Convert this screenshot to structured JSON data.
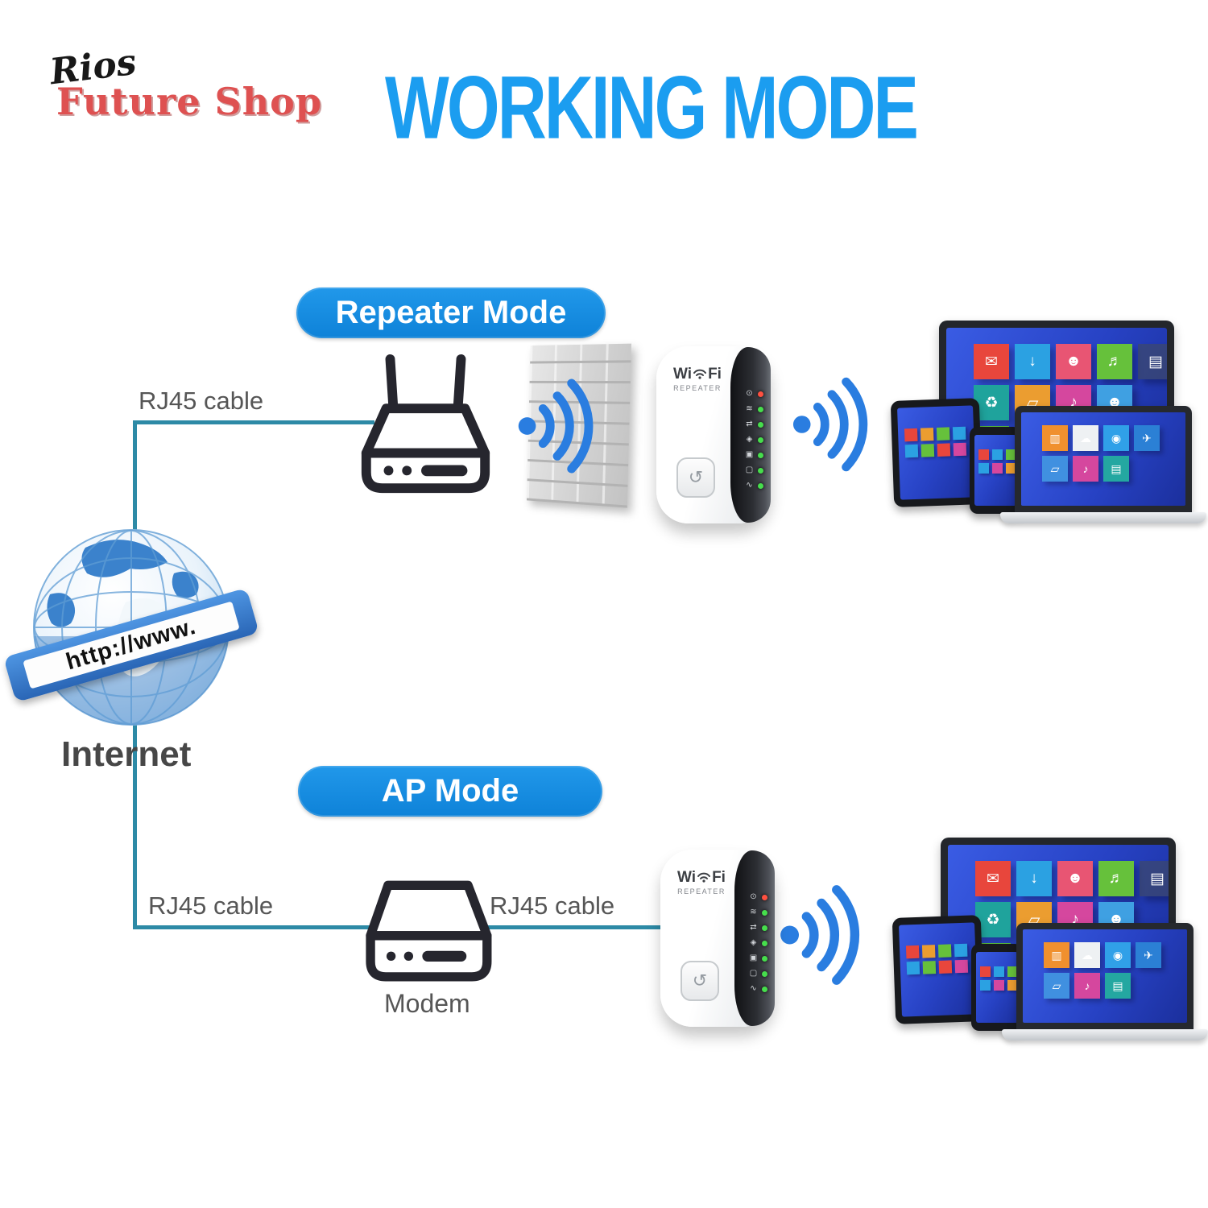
{
  "brand": {
    "script": "Rios",
    "name": "Future Shop"
  },
  "title": "WORKING MODE",
  "colors": {
    "title_blue": "#1b9df0",
    "pill_blue": "#0e82d8",
    "wifi_blue": "#2a7de0",
    "cable_teal": "#2d8aa6",
    "label_gray": "#565656",
    "led_red": "#ff5040",
    "led_green": "#46de4c"
  },
  "internet": {
    "banner": "http://www.",
    "label": "Internet"
  },
  "repeater_section": {
    "pill": "Repeater Mode",
    "cable_label": "RJ45 cable"
  },
  "ap_section": {
    "pill": "AP Mode",
    "cable_label_left": "RJ45 cable",
    "cable_label_right": "RJ45 cable",
    "modem_label": "Modem"
  },
  "device": {
    "wi": "Wi",
    "fi": "Fi",
    "sub": "REPEATER",
    "wps_glyph": "↺",
    "panel_leds": [
      {
        "g": "⊙",
        "c": "#ff5040"
      },
      {
        "g": "≋",
        "c": "#46de4c"
      },
      {
        "g": "⇄",
        "c": "#46de4c"
      },
      {
        "g": "◈",
        "c": "#46de4c"
      },
      {
        "g": "▣",
        "c": "#46de4c"
      },
      {
        "g": "▢",
        "c": "#46de4c"
      },
      {
        "g": "∿",
        "c": "#46de4c"
      }
    ]
  },
  "tiles": {
    "monitor_row1": [
      {
        "c": "#e8463c",
        "g": "✉"
      },
      {
        "c": "#2ba1e2",
        "g": "↓"
      },
      {
        "c": "#e85573",
        "g": "☻"
      },
      {
        "c": "#66c13b",
        "g": "♬"
      },
      {
        "c": "rgba(70,76,84,0.55)",
        "g": "▤"
      }
    ],
    "monitor_row2": [
      {
        "c": "#1fa39c",
        "g": "♻"
      },
      {
        "c": "#eb9d30",
        "g": "▱"
      },
      {
        "c": "#d5479e",
        "g": "♪"
      },
      {
        "c": "#3fa0e2",
        "g": "☻"
      }
    ],
    "monitor_row3": [
      {
        "c": "#5ac03f",
        "g": "✱"
      },
      {
        "c": "rgba(62,66,72,0.5)",
        "g": "✆"
      },
      {
        "c": "rgba(222,135,172,0.55)",
        "g": "○"
      }
    ],
    "laptop_row1": [
      {
        "c": "#f0902e",
        "g": "▥"
      },
      {
        "c": "#eef1f3",
        "g": "☁"
      },
      {
        "c": "#30a0e8",
        "g": "◉"
      },
      {
        "c": "#2b80d5",
        "g": "✈"
      }
    ],
    "laptop_row2": [
      {
        "c": "#4090e0",
        "g": "▱"
      },
      {
        "c": "#d5479e",
        "g": "♪"
      },
      {
        "c": "#24a7a1",
        "g": "▤"
      }
    ],
    "tablet_row1": [
      {
        "c": "#e8463c"
      },
      {
        "c": "#eb9d30"
      },
      {
        "c": "#66c13b"
      },
      {
        "c": "#2ba1e2"
      }
    ],
    "tablet_row2": [
      {
        "c": "#2ba1e2"
      },
      {
        "c": "#66c13b"
      },
      {
        "c": "#e8463c"
      },
      {
        "c": "#d5479e"
      }
    ],
    "phone_row1": [
      {
        "c": "#e8463c"
      },
      {
        "c": "#2ba1e2"
      },
      {
        "c": "#66c13b"
      }
    ],
    "phone_row2": [
      {
        "c": "#2ba1e2"
      },
      {
        "c": "#d5479e"
      },
      {
        "c": "#eb9d30"
      }
    ]
  }
}
